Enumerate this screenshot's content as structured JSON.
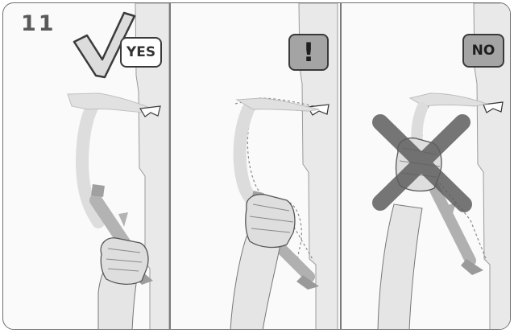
{
  "step": {
    "number": "11"
  },
  "panels": [
    {
      "id": "correct",
      "badge_text": "YES"
    },
    {
      "id": "caution",
      "badge_text": "!"
    },
    {
      "id": "incorrect",
      "badge_text": "NO"
    }
  ],
  "colors": {
    "frame": "#6e6e6e",
    "ice_wall": "#e9e9e9",
    "tool_light": "#d8d8d8",
    "tool_dark": "#9a9a9a",
    "grip_band": "#a0a0a0",
    "skin": "#dedede",
    "badge_gray": "#a4a4a4",
    "cross": "#6a6a6a"
  },
  "icons": [
    "checkmark-icon",
    "exclamation-badge",
    "cross-mark-icon"
  ]
}
